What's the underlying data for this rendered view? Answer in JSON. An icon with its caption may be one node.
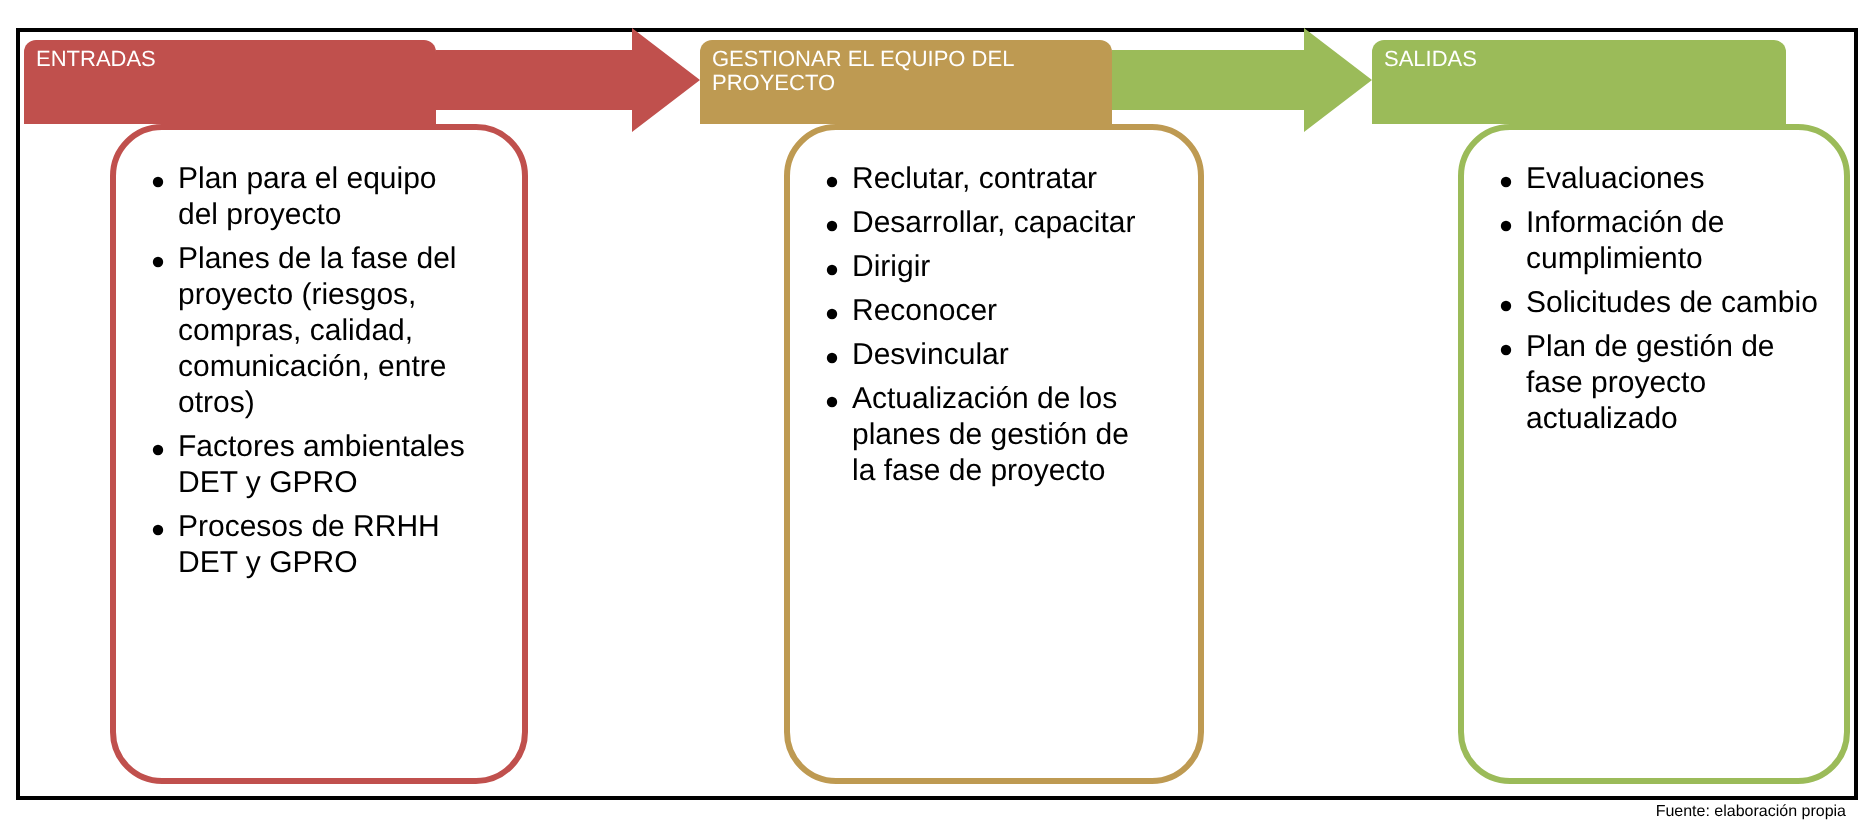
{
  "diagram": {
    "nodes": [
      {
        "text": [
          "ENTRADAS"
        ]
      },
      {
        "text": [
          "Plan para el equipo del proyecto",
          "Planes de la fase del proyecto (riesgos, compras, calidad, comunicación, entre otros)",
          "Factores ambientales DET y GPRO",
          "Procesos de RRHH DET y GPRO"
        ]
      },
      {
        "text": [
          "GESTIONAR EL EQUIPO DEL PROYECTO"
        ]
      },
      {
        "text": [
          "Reclutar, contratar",
          "Desarrollar, capacitar",
          "Dirigir",
          "Reconocer",
          "Desvincular",
          "Actualización de los planes de gestión de la fase de proyecto"
        ]
      },
      {
        "text": [
          "SALIDAS"
        ]
      },
      {
        "text": [
          "Evaluaciones",
          "Información de cumplimiento",
          "Solicitudes de cambio",
          "Plan de gestión de fase proyecto actualizado"
        ]
      }
    ],
    "edges": [
      {
        "from": 0,
        "to": 2,
        "arrow": "to",
        "style": "thick",
        "color": "#c0504d"
      },
      {
        "from": 2,
        "to": 4,
        "arrow": "to",
        "style": "thick",
        "color": "#9bbb59"
      }
    ],
    "labels": [
      "Fuente: elaboración propia"
    ]
  }
}
